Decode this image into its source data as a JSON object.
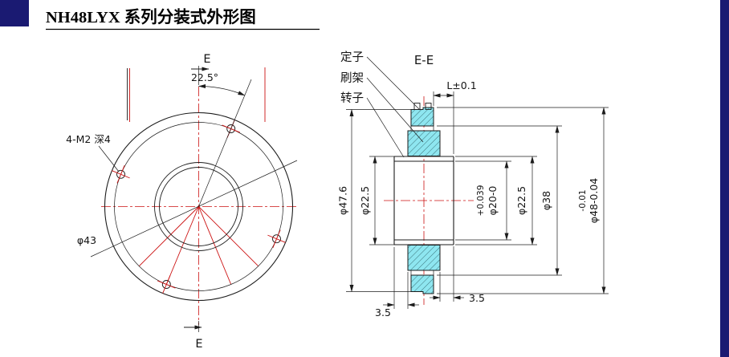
{
  "header": {
    "title": "NH48LYX 系列分装式外形图"
  },
  "front_view": {
    "section_mark_top": "E",
    "section_mark_bottom": "E",
    "angle": "22.5°",
    "holes_note": "4-M2 深4",
    "bolt_circle": "φ43"
  },
  "section_view": {
    "title": "E-E",
    "labels": {
      "stator": "定子",
      "brush_holder": "刷架",
      "rotor": "转子"
    },
    "dimensions": {
      "track_width": "L±0.1",
      "body_od": "φ47.6",
      "rotor_od_left": "φ22.5",
      "bore_tol_upper": "+0.039",
      "bore": "φ20-0",
      "rotor_od_right": "φ22.5",
      "housing_id": "φ38",
      "fit_od_tol_upper": "-0.01",
      "fit_od": "φ48-0.04",
      "overhang_left": "3.5",
      "overhang_right": "3.5"
    }
  },
  "colors": {
    "accent_navy": "#1a1a72",
    "centerline_red": "#cc1111",
    "section_fill_cyan": "#8ee6f0",
    "line_black": "#1c1c1c"
  }
}
